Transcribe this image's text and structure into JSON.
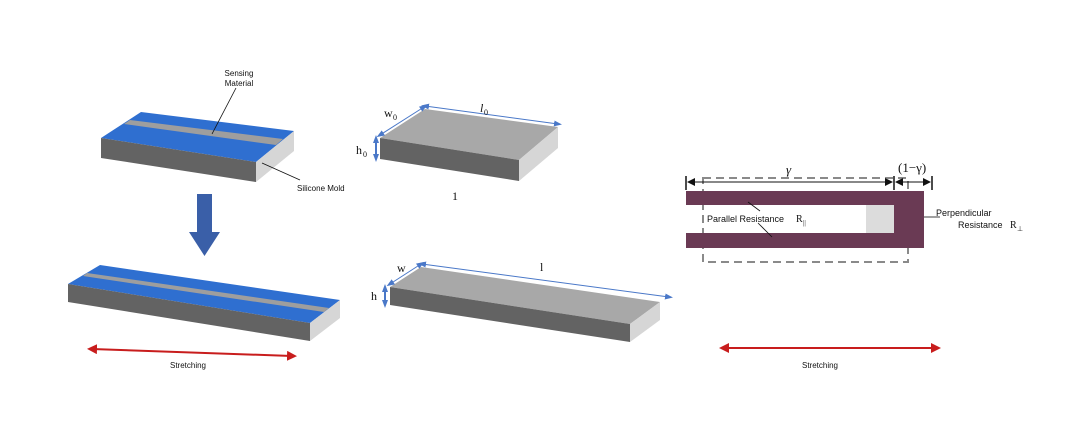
{
  "colors": {
    "top": "#a8a8a8",
    "front": "#636363",
    "side": "#d6d6d6",
    "blue": "#2f6fd0",
    "stripe": "#9e9e9e",
    "down_arrow": "#3a5fa8",
    "stretch_arrow": "#c81d1d",
    "dim_line": "#4a78c8",
    "resistor": "#6a3a54",
    "resistor_inner": "#dcdcdc",
    "dashed": "#8a8a8a"
  },
  "labels": {
    "sensing": "Sensing",
    "material": "Material",
    "silicone_mold": "Silicone Mold",
    "stretching_left": "Stretching",
    "stretching_right": "Stretching",
    "w0_main": "w",
    "w0_sub": "0",
    "l0_main": "l",
    "l0_sub": "0",
    "h0_main": "h",
    "h0_sub": "0",
    "state_one": "1",
    "w": "w",
    "l": "l",
    "h": "h",
    "gamma": "γ",
    "one_minus_gamma": "(1−γ)",
    "parallel": "Parallel Resistance",
    "parallel_r": "R",
    "parallel_sub": "||",
    "perp_line1": "Perpendicular",
    "perp_line2": "Resistance",
    "perp_r": "R",
    "perp_sub": "⊥"
  }
}
